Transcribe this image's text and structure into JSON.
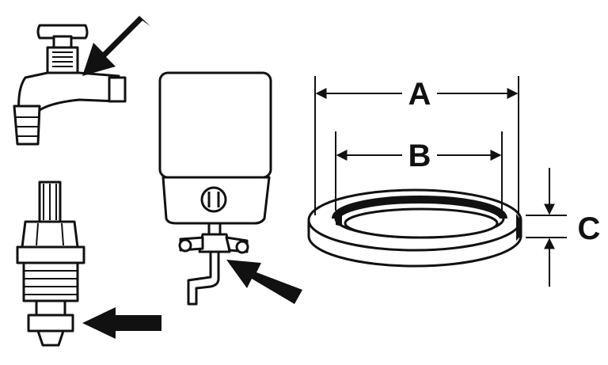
{
  "labels": {
    "outer_diameter": "A",
    "inner_diameter": "B",
    "thickness": "C"
  },
  "colors": {
    "ink": "#111111",
    "paper": "#ffffff"
  }
}
